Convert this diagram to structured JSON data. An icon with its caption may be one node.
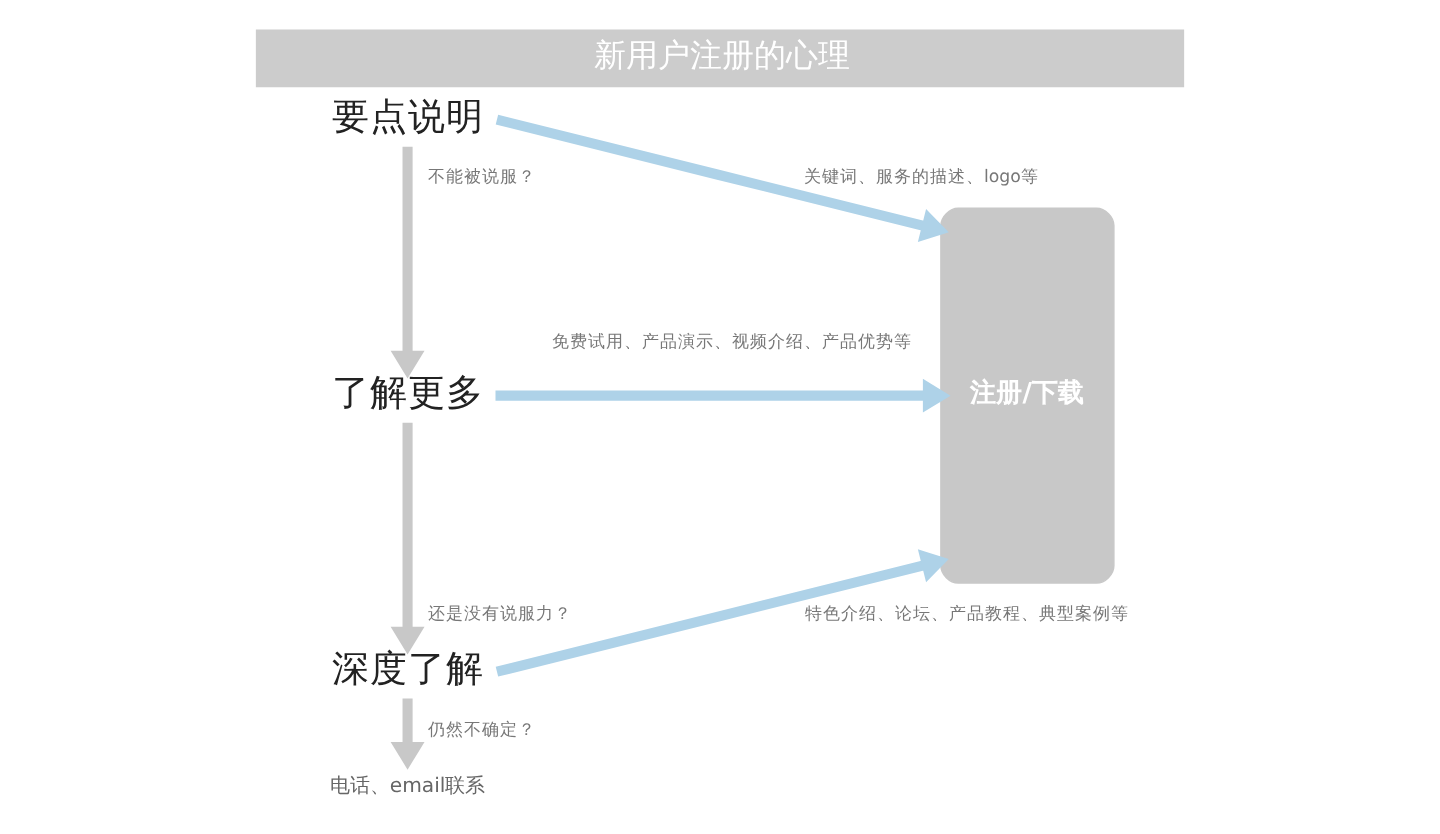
{
  "diagram": {
    "title": "新用户注册的心理",
    "nodes": [
      {
        "text": [
          "要点说明"
        ]
      },
      {
        "text": [
          "了解更多"
        ]
      },
      {
        "text": [
          "深度了解"
        ]
      },
      {
        "text": [
          "电话、email联系"
        ]
      },
      {
        "text": [
          "注册/下载"
        ]
      }
    ],
    "edges": [
      {
        "from": 0,
        "to": 4,
        "arrow": "to",
        "label": "关键词、服务的描述、logo等",
        "color": "#aed2e8"
      },
      {
        "from": 0,
        "to": 1,
        "arrow": "to",
        "label": "不能被说服？",
        "color": "#c8c8c8"
      },
      {
        "from": 1,
        "to": 4,
        "arrow": "to",
        "label": "免费试用、产品演示、视频介绍、产品优势等",
        "color": "#aed2e8"
      },
      {
        "from": 1,
        "to": 2,
        "arrow": "to",
        "label": "还是没有说服力？",
        "color": "#c8c8c8"
      },
      {
        "from": 2,
        "to": 4,
        "arrow": "to",
        "label": "特色介绍、论坛、产品教程、典型案例等",
        "color": "#aed2e8"
      },
      {
        "from": 2,
        "to": 3,
        "arrow": "to",
        "label": "仍然不确定？",
        "color": "#c8c8c8"
      }
    ]
  }
}
